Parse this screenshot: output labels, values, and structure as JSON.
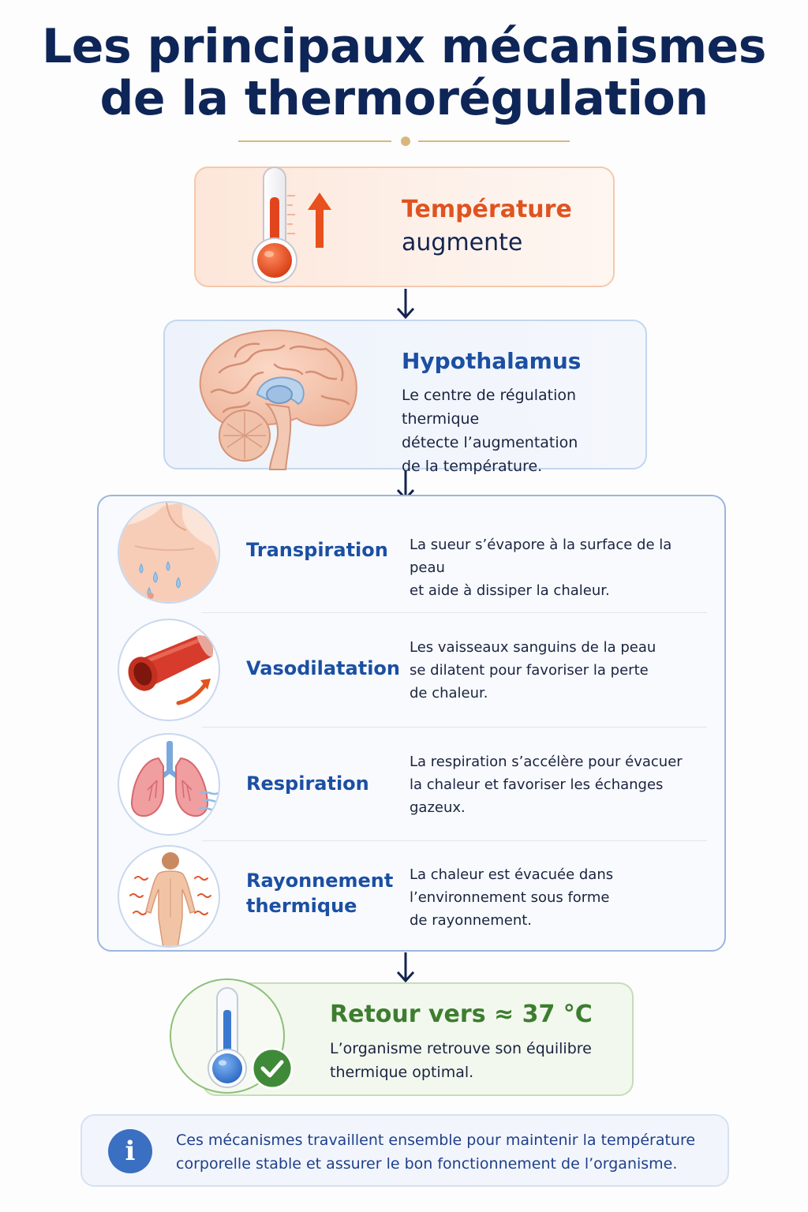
{
  "title": {
    "line1": "Les principaux mécanismes",
    "line2": "de la thermorégulation"
  },
  "step_temperature": {
    "label": "Température",
    "sub": "augmente",
    "icon": "thermometer-hot-icon",
    "accent": "#e0531f"
  },
  "step_hypothalamus": {
    "title": "Hypothalamus",
    "lines": [
      "Le centre de régulation thermique",
      "détecte l’augmentation",
      "de la température."
    ],
    "icon": "brain-icon"
  },
  "mechanisms": [
    {
      "name_lines": [
        "Transpiration"
      ],
      "desc_lines": [
        "La sueur s’évapore à la surface de la peau",
        "et aide à dissiper la chaleur."
      ],
      "icon": "sweat-skin-icon"
    },
    {
      "name_lines": [
        "Vasodilatation"
      ],
      "desc_lines": [
        "Les vaisseaux sanguins de la peau",
        "se dilatent pour favoriser la perte",
        "de chaleur."
      ],
      "icon": "blood-vessel-icon"
    },
    {
      "name_lines": [
        "Respiration"
      ],
      "desc_lines": [
        "La respiration s’accélère pour évacuer",
        "la chaleur et favoriser les échanges",
        "gazeux."
      ],
      "icon": "lungs-icon"
    },
    {
      "name_lines": [
        "Rayonnement",
        "thermique"
      ],
      "desc_lines": [
        "La chaleur est évacuée dans",
        "l’environnement sous forme",
        "de rayonnement."
      ],
      "icon": "body-radiating-icon"
    }
  ],
  "step_return": {
    "title": "Retour vers ≈ 37 °C",
    "lines": [
      "L’organisme retrouve son équilibre",
      "thermique optimal."
    ],
    "icon": "thermometer-check-icon",
    "accent": "#3d7d2f"
  },
  "info": {
    "icon_glyph": "i",
    "lines": [
      "Ces mécanismes travaillent ensemble pour maintenir la température",
      "corporelle stable et assurer le bon fonctionnement de l’organisme."
    ]
  }
}
